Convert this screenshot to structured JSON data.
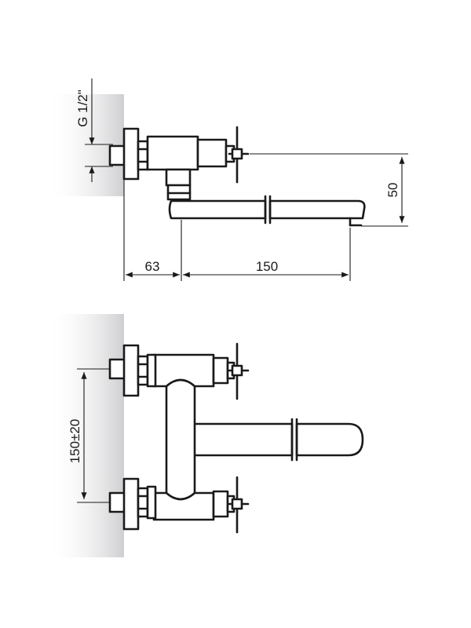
{
  "dimensions": {
    "thread": "G 1/2\"",
    "height": "50",
    "wall_offset": "63",
    "spout_length": "150",
    "center_distance": "150±20"
  },
  "colors": {
    "line": "#1a1a1a",
    "wall_shade": "#d9d9db",
    "background": "#ffffff"
  }
}
